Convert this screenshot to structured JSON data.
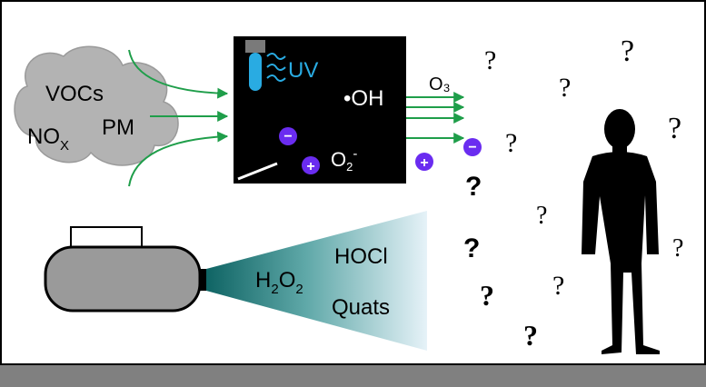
{
  "pollutants": {
    "vocs": "VOCs",
    "nox_main": "NO",
    "nox_sub": "X",
    "pm": "PM"
  },
  "purifier": {
    "uv": "UV",
    "oh": "•OH",
    "o2": "O",
    "o2_sub": "2",
    "o2_sup": "-",
    "minus": "−",
    "plus": "+"
  },
  "outputs": {
    "ozone": "O₃",
    "minus": "−",
    "plus": "+"
  },
  "spray": {
    "hocl": "HOCl",
    "h2o2_h": "H",
    "h2o2_sub1": "2",
    "h2o2_o": "O",
    "h2o2_sub2": "2",
    "quats": "Quats"
  },
  "unknown_mark": "?",
  "colors": {
    "arrow": "#1f9e4a",
    "uv": "#29abe2",
    "ion": "#6a2cf0",
    "cloud": "#b3b3b3",
    "device": "#9a9a9a",
    "plume_dark": "#0f6464",
    "floor": "#808080"
  }
}
